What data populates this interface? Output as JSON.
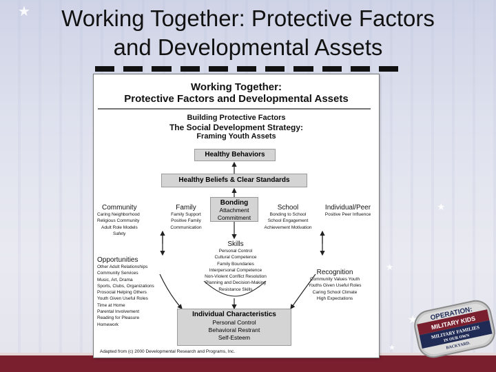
{
  "slide": {
    "title_line1": "Working Together: Protective Factors",
    "title_line2": "and Developmental Assets"
  },
  "diagram": {
    "header_line1": "Working Together:",
    "header_line2": "Protective Factors and Developmental Assets",
    "subheader_line1": "Building Protective Factors",
    "subheader_line2": "The Social Development Strategy:",
    "subheader_line3": "Framing Youth Assets",
    "healthy_behaviors": "Healthy Behaviors",
    "beliefs_standards": "Healthy Beliefs & Clear Standards",
    "bonding": {
      "title": "Bonding",
      "items": [
        "Attachment",
        "Commitment"
      ]
    },
    "community": {
      "title": "Community",
      "items": [
        "Caring Neighborhood",
        "Religious Community",
        "Adult Role Models",
        "Safety"
      ]
    },
    "family": {
      "title": "Family",
      "items": [
        "Family Support",
        "Positive Family",
        "Communication"
      ]
    },
    "school": {
      "title": "School",
      "items": [
        "Bonding to School",
        "School Engagement",
        "Achievement Motivation"
      ]
    },
    "individual_peer": {
      "title": "Individual/Peer",
      "items": [
        "Positive Peer Influence"
      ]
    },
    "skills": {
      "title": "Skills",
      "items": [
        "Personal Control",
        "Cultural Competence",
        "Family Boundaries",
        "Interpersonal Competence",
        "Non-Violent Conflict Resolution",
        "Planning and Decision-Making",
        "Resistance Skills"
      ]
    },
    "opportunities": {
      "title": "Opportunities",
      "items": [
        "Other Adult Relationships",
        "Community Services",
        "Music, Art, Drama",
        "Sports, Clubs, Organizations",
        "Prosocial Helping Others",
        "Youth Given Useful Roles",
        "Time at Home",
        "Parental Involvement",
        "Reading for Pleasure",
        "Homework"
      ]
    },
    "recognition": {
      "title": "Recognition",
      "items": [
        "Community Values Youth",
        "Youths Given Useful Roles",
        "Caring School Climate",
        "High Expectations"
      ]
    },
    "individual_characteristics": {
      "title": "Individual Characteristics",
      "items": [
        "Personal Control",
        "Behavioral Restrant",
        "Self-Esteem"
      ]
    },
    "footer": "Adapted from (c) 2000 Developmental Research and Programs, Inc."
  },
  "badge": {
    "line1": "OPERATION:",
    "line2": "MILITARY KIDS",
    "line3": "MILITARY FAMILIES",
    "line4": "IN OUR OWN",
    "line5": "BACKYARD."
  },
  "colors": {
    "maroon": "#7a1f2e",
    "navy": "#1f2a55",
    "box_gray": "#d4d4d4"
  }
}
